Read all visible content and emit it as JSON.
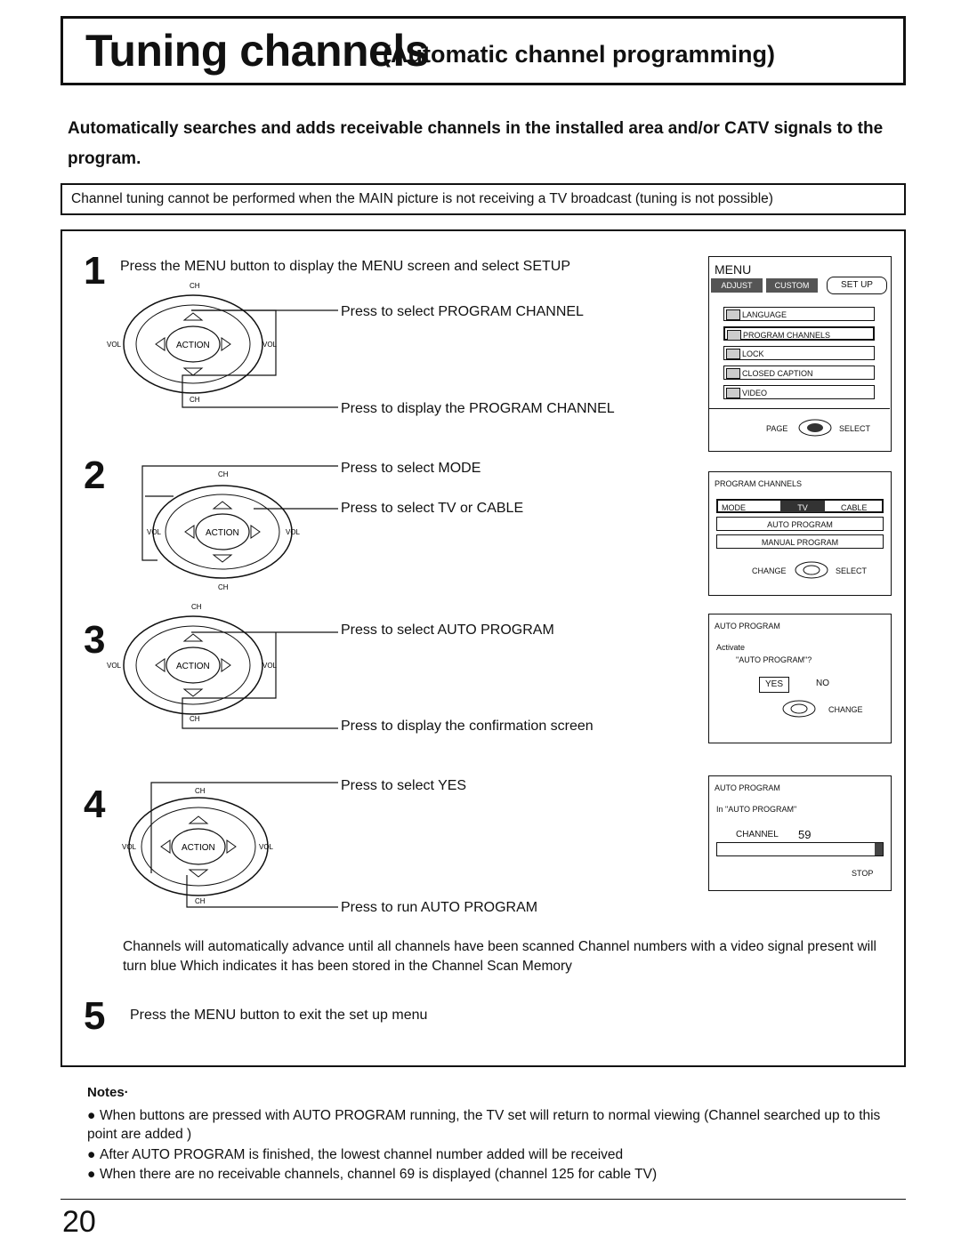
{
  "header": {
    "title": "Tuning channels",
    "subtitle": "(Automatic channel programming)"
  },
  "intro": "Automatically searches and adds receivable channels in the installed area and/or CATV signals to the program.",
  "caution": "Channel tuning cannot be performed when the MAIN picture is not receiving a TV broadcast (tuning is not possible)",
  "remote": {
    "ch": "CH",
    "vol": "VOL",
    "action": "ACTION"
  },
  "steps": [
    {
      "number": "1",
      "text": "Press the MENU button to display the MENU screen and select SETUP",
      "labels": [
        "Press to select PROGRAM CHANNEL",
        "Press to display the PROGRAM CHANNEL"
      ]
    },
    {
      "number": "2",
      "labels": [
        "Press to select MODE",
        "Press to select TV or CABLE"
      ]
    },
    {
      "number": "3",
      "labels": [
        "Press to select AUTO PROGRAM",
        "Press to display the confirmation screen"
      ]
    },
    {
      "number": "4",
      "labels": [
        "Press to select YES",
        "Press to run AUTO PROGRAM"
      ]
    },
    {
      "number": "5",
      "text": "Press the MENU button to exit the set up menu"
    }
  ],
  "step4_note": "Channels will automatically advance until all channels have been scanned Channel numbers with a video signal present will turn blue Which indicates it has been stored in the Channel Scan Memory",
  "screens": {
    "menu": {
      "title": "MENU",
      "tabs": [
        "ADJUST",
        "CUSTOM",
        "SET UP"
      ],
      "items": [
        "LANGUAGE",
        "PROGRAM CHANNELS",
        "LOCK",
        "CLOSED CAPTION",
        "VIDEO"
      ],
      "footer_left": "PAGE",
      "footer_right": "SELECT"
    },
    "program_channels": {
      "title": "PROGRAM CHANNELS",
      "mode_label": "MODE",
      "mode_options": [
        "TV",
        "CABLE"
      ],
      "items": [
        "AUTO PROGRAM",
        "MANUAL PROGRAM"
      ],
      "footer_left": "CHANGE",
      "footer_right": "SELECT"
    },
    "auto_confirm": {
      "title": "AUTO PROGRAM",
      "line1": "Activate",
      "line2": "\"AUTO PROGRAM\"?",
      "yes": "YES",
      "no": "NO",
      "footer": "CHANGE"
    },
    "auto_running": {
      "title": "AUTO PROGRAM",
      "line1": "In \"AUTO PROGRAM\"",
      "channel_label": "CHANNEL",
      "channel_value": "59",
      "progress": 0.05,
      "stop": "STOP"
    }
  },
  "notes": {
    "title": "Notes·",
    "items": [
      "When buttons are pressed with AUTO PROGRAM running, the TV set will return to normal viewing (Channel searched up to this point are added )",
      "After AUTO PROGRAM is finished, the lowest channel number added will be received",
      "When there are no receivable channels, channel 69 is displayed (channel 125 for cable TV)"
    ]
  },
  "page_number": "20"
}
